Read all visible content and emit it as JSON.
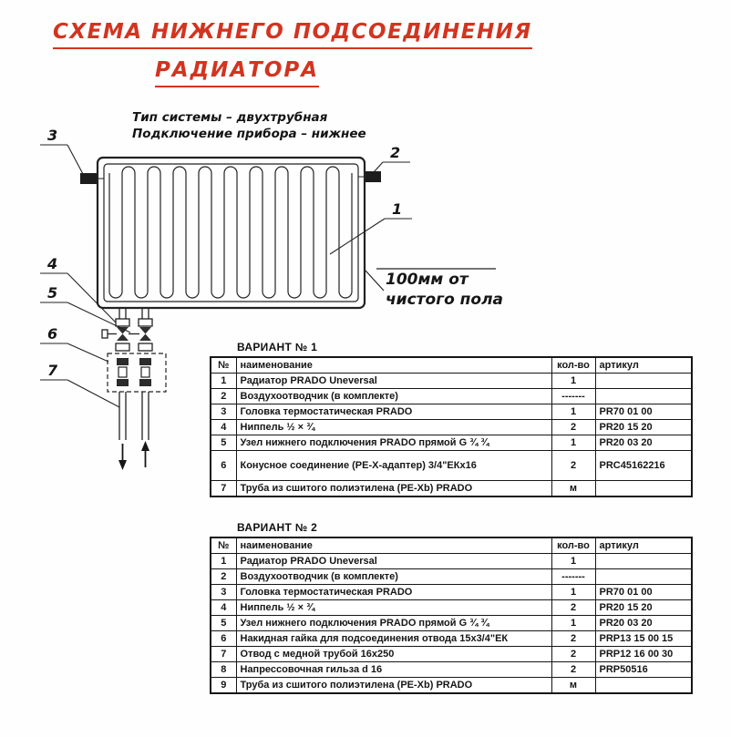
{
  "title": {
    "line1": "СХЕМА НИЖНЕГО ПОДСОЕДИНЕНИЯ",
    "line2": "РАДИАТОРА",
    "color": "#d23420"
  },
  "system_info": {
    "line1": "Тип системы – двухтрубная",
    "line2": "Подключение прибора – нижнее"
  },
  "diagram": {
    "callouts": [
      "1",
      "2",
      "3",
      "4",
      "5",
      "6",
      "7"
    ],
    "floor_note_line1": "100мм от",
    "floor_note_line2": "чистого пола"
  },
  "tables": [
    {
      "title": "ВАРИАНТ № 1",
      "headers": [
        "№",
        "наименование",
        "кол-во",
        "артикул"
      ],
      "rows": [
        [
          "1",
          "Радиатор PRADO Uneversal",
          "1",
          ""
        ],
        [
          "2",
          "Воздухоотводчик (в комплекте)",
          "-------",
          ""
        ],
        [
          "3",
          "Головка термостатическая PRADO",
          "1",
          "PR70 01 00"
        ],
        [
          "4",
          "Ниппель ½ × ¾",
          "2",
          "PR20 15 20"
        ],
        [
          "5",
          "Узел нижнего подключения PRADO прямой G ¾ ¾",
          "1",
          "PR20 03 20"
        ],
        [
          "6",
          "Конусное соединение (PE-X-адаптер) 3/4\"ЕКх16",
          "2",
          "PRC45162216"
        ],
        [
          "7",
          "Труба из сшитого полиэтилена (PE-Xb) PRADO",
          "м",
          ""
        ]
      ]
    },
    {
      "title": "ВАРИАНТ № 2",
      "headers": [
        "№",
        "наименование",
        "кол-во",
        "артикул"
      ],
      "rows": [
        [
          "1",
          "Радиатор PRADO Uneversal",
          "1",
          ""
        ],
        [
          "2",
          "Воздухоотводчик (в комплекте)",
          "-------",
          ""
        ],
        [
          "3",
          "Головка термостатическая PRADO",
          "1",
          "PR70 01 00"
        ],
        [
          "4",
          "Ниппель ½ × ¾",
          "2",
          "PR20 15 20"
        ],
        [
          "5",
          "Узел нижнего подключения PRADO прямой G ¾ ¾",
          "1",
          "PR20 03 20"
        ],
        [
          "6",
          "Накидная гайка для подсоединения отвода 15х3/4\"ЕК",
          "2",
          "PRP13 15 00 15"
        ],
        [
          "7",
          "Отвод с медной трубой 16х250",
          "2",
          "PRP12 16 00 30"
        ],
        [
          "8",
          "Напрессовочная гильза d 16",
          "2",
          "PRP50516"
        ],
        [
          "9",
          "Труба из сшитого полиэтилена (PE-Xb) PRADO",
          "м",
          ""
        ]
      ]
    }
  ]
}
